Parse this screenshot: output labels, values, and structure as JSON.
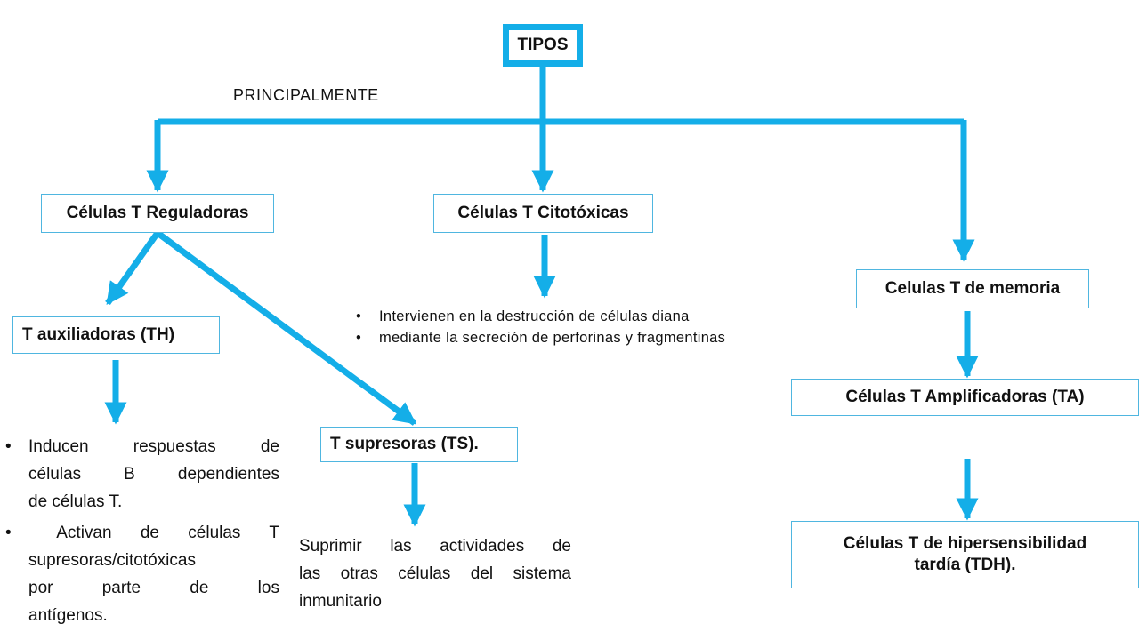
{
  "root": {
    "label": "TIPOS"
  },
  "edge_label": "PRINCIPALMENTE",
  "nodes": {
    "reguladoras": "Células T Reguladoras",
    "citotoxicas": "Células T Citotóxicas",
    "memoria": "Celulas T de memoria",
    "auxiliadoras": "T auxiliadoras (TH)",
    "supresoras": "T supresoras (TS).",
    "amplificadoras": "Células T Amplificadoras (TA)",
    "hipersensibilidad_1": "Células T de hipersensibilidad",
    "hipersensibilidad_2": "tardía (TDH)."
  },
  "citotoxicas_bullets": [
    "Intervienen en la destrucción de células diana",
    "mediante la secreción de perforinas y fragmentinas"
  ],
  "auxiliadoras_bullets": {
    "b1_line1": "Inducen respuestas de",
    "b1_line2": "células B dependientes",
    "b1_line3": "de células T.",
    "b2_line1": " Activan de células T",
    "b2_line2": "supresoras/citotóxicas",
    "b2_line3_words": [
      "por",
      "parte",
      "de",
      "los"
    ],
    "b2_line4": "antígenos."
  },
  "supresoras_desc": {
    "line1_words": [
      "Suprimir",
      "las",
      "actividades",
      "de"
    ],
    "line2_words": [
      "las",
      "otras",
      "células",
      "del",
      "sistema"
    ],
    "line3": "inmunitario"
  },
  "colors": {
    "arrow": "#14aee8",
    "box_border": "#4fb6e0",
    "root_border": "#14aee8"
  }
}
